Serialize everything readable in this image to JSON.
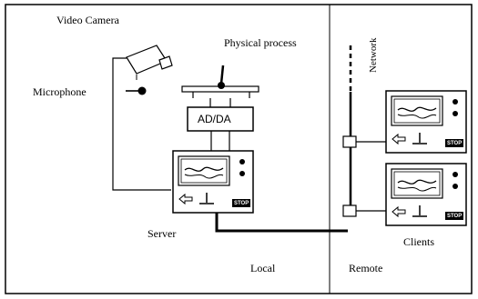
{
  "labels": {
    "video_camera": "Video Camera",
    "physical_process": "Physical process",
    "microphone": "Microphone",
    "network": "Network",
    "adda": "AD/DA",
    "server": "Server",
    "clients": "Clients",
    "local": "Local",
    "remote": "Remote"
  },
  "button_text": "STOP",
  "colors": {
    "ink": "#000000",
    "paper": "#ffffff"
  }
}
